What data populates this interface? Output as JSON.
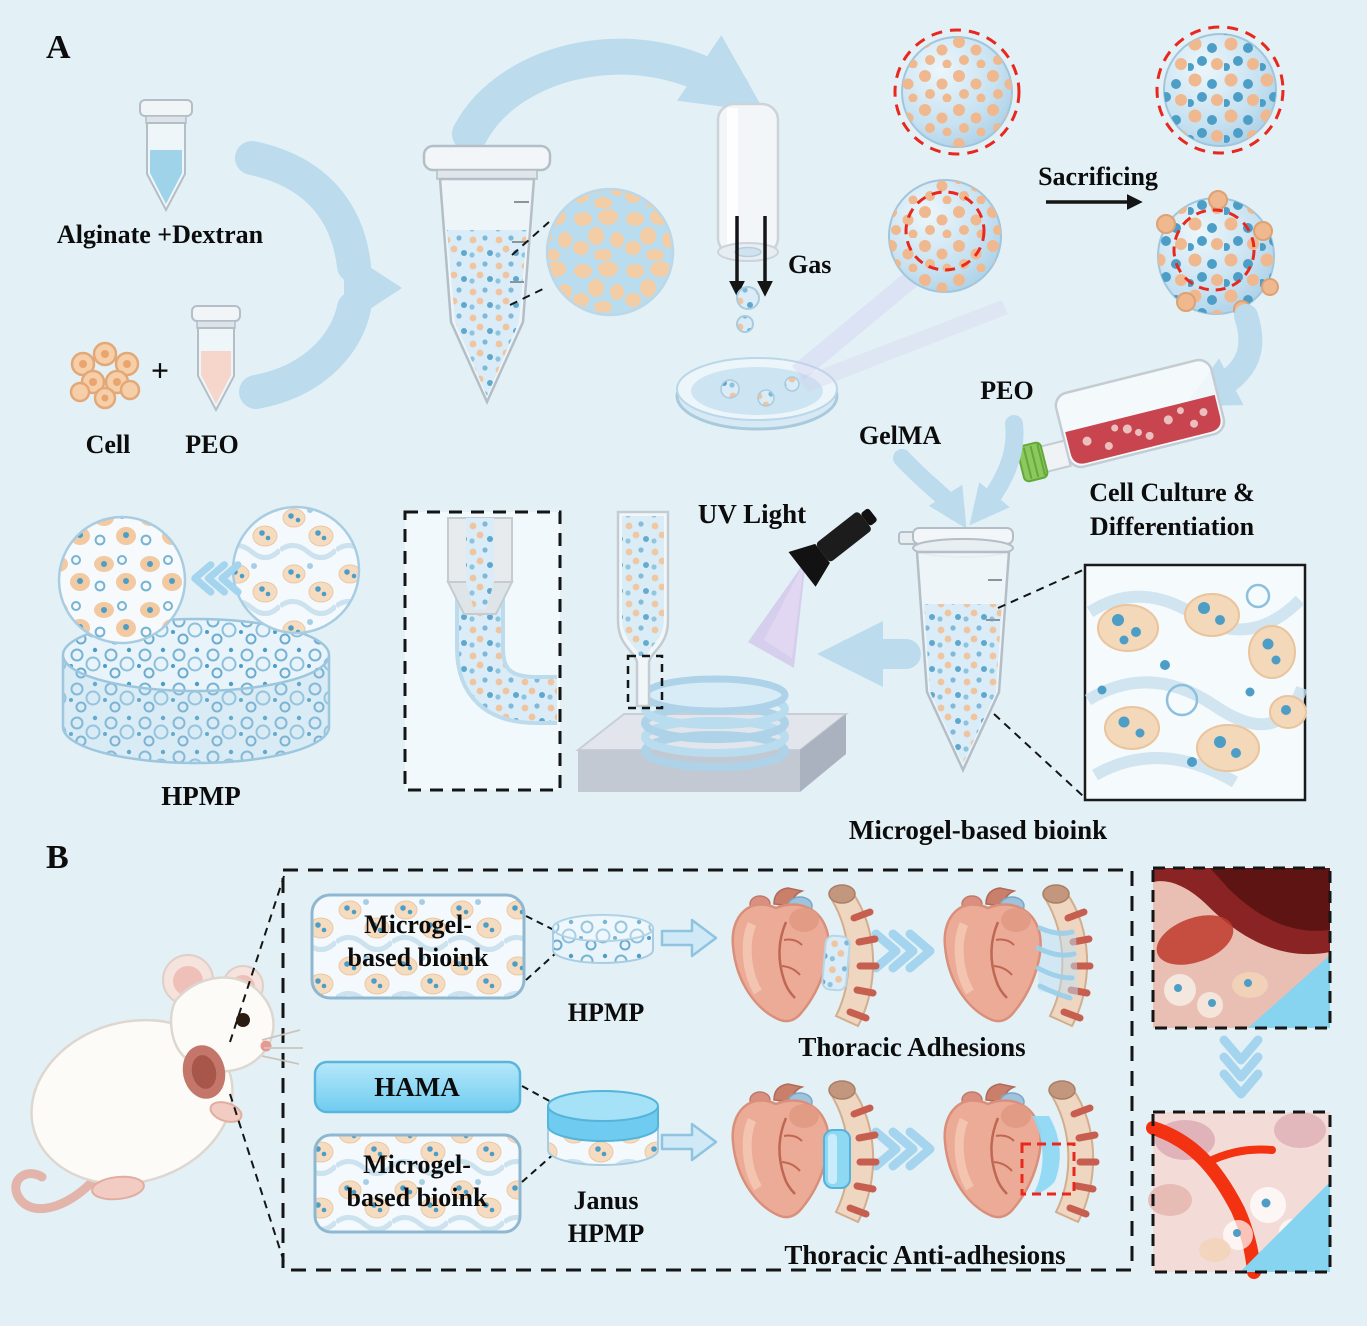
{
  "colors": {
    "background": "#e3f1f7",
    "arrow_blue": "#bcdcee",
    "dashed_red": "#e8281e",
    "hama_blue": "#6fccf0",
    "cell_orange": "#f0b88e",
    "dot_blue": "#4d9ec6",
    "flask_red": "#c8454f"
  },
  "panel_a": {
    "label": "A",
    "alginate_dextran": "Alginate +Dextran",
    "plus": "+",
    "cell": "Cell",
    "peo": "PEO",
    "gas": "Gas",
    "sacrificing": "Sacrificing",
    "peo2": "PEO",
    "gelma": "GelMA",
    "cell_culture_line1": "Cell Culture &",
    "cell_culture_line2": "Differentiation",
    "uv_light": "UV Light",
    "hpmp": "HPMP",
    "bioink": "Microgel-based bioink"
  },
  "panel_b": {
    "label": "B",
    "bioink_box1": {
      "line1": "Microgel-",
      "line2": "based bioink"
    },
    "hpmp": "HPMP",
    "thoracic_adhesions": "Thoracic Adhesions",
    "hama": "HAMA",
    "bioink_box2": {
      "line1": "Microgel-",
      "line2": "based bioink"
    },
    "janus": {
      "line1": "Janus",
      "line2": "HPMP"
    },
    "thoracic_anti_adhesions": "Thoracic Anti-adhesions"
  }
}
